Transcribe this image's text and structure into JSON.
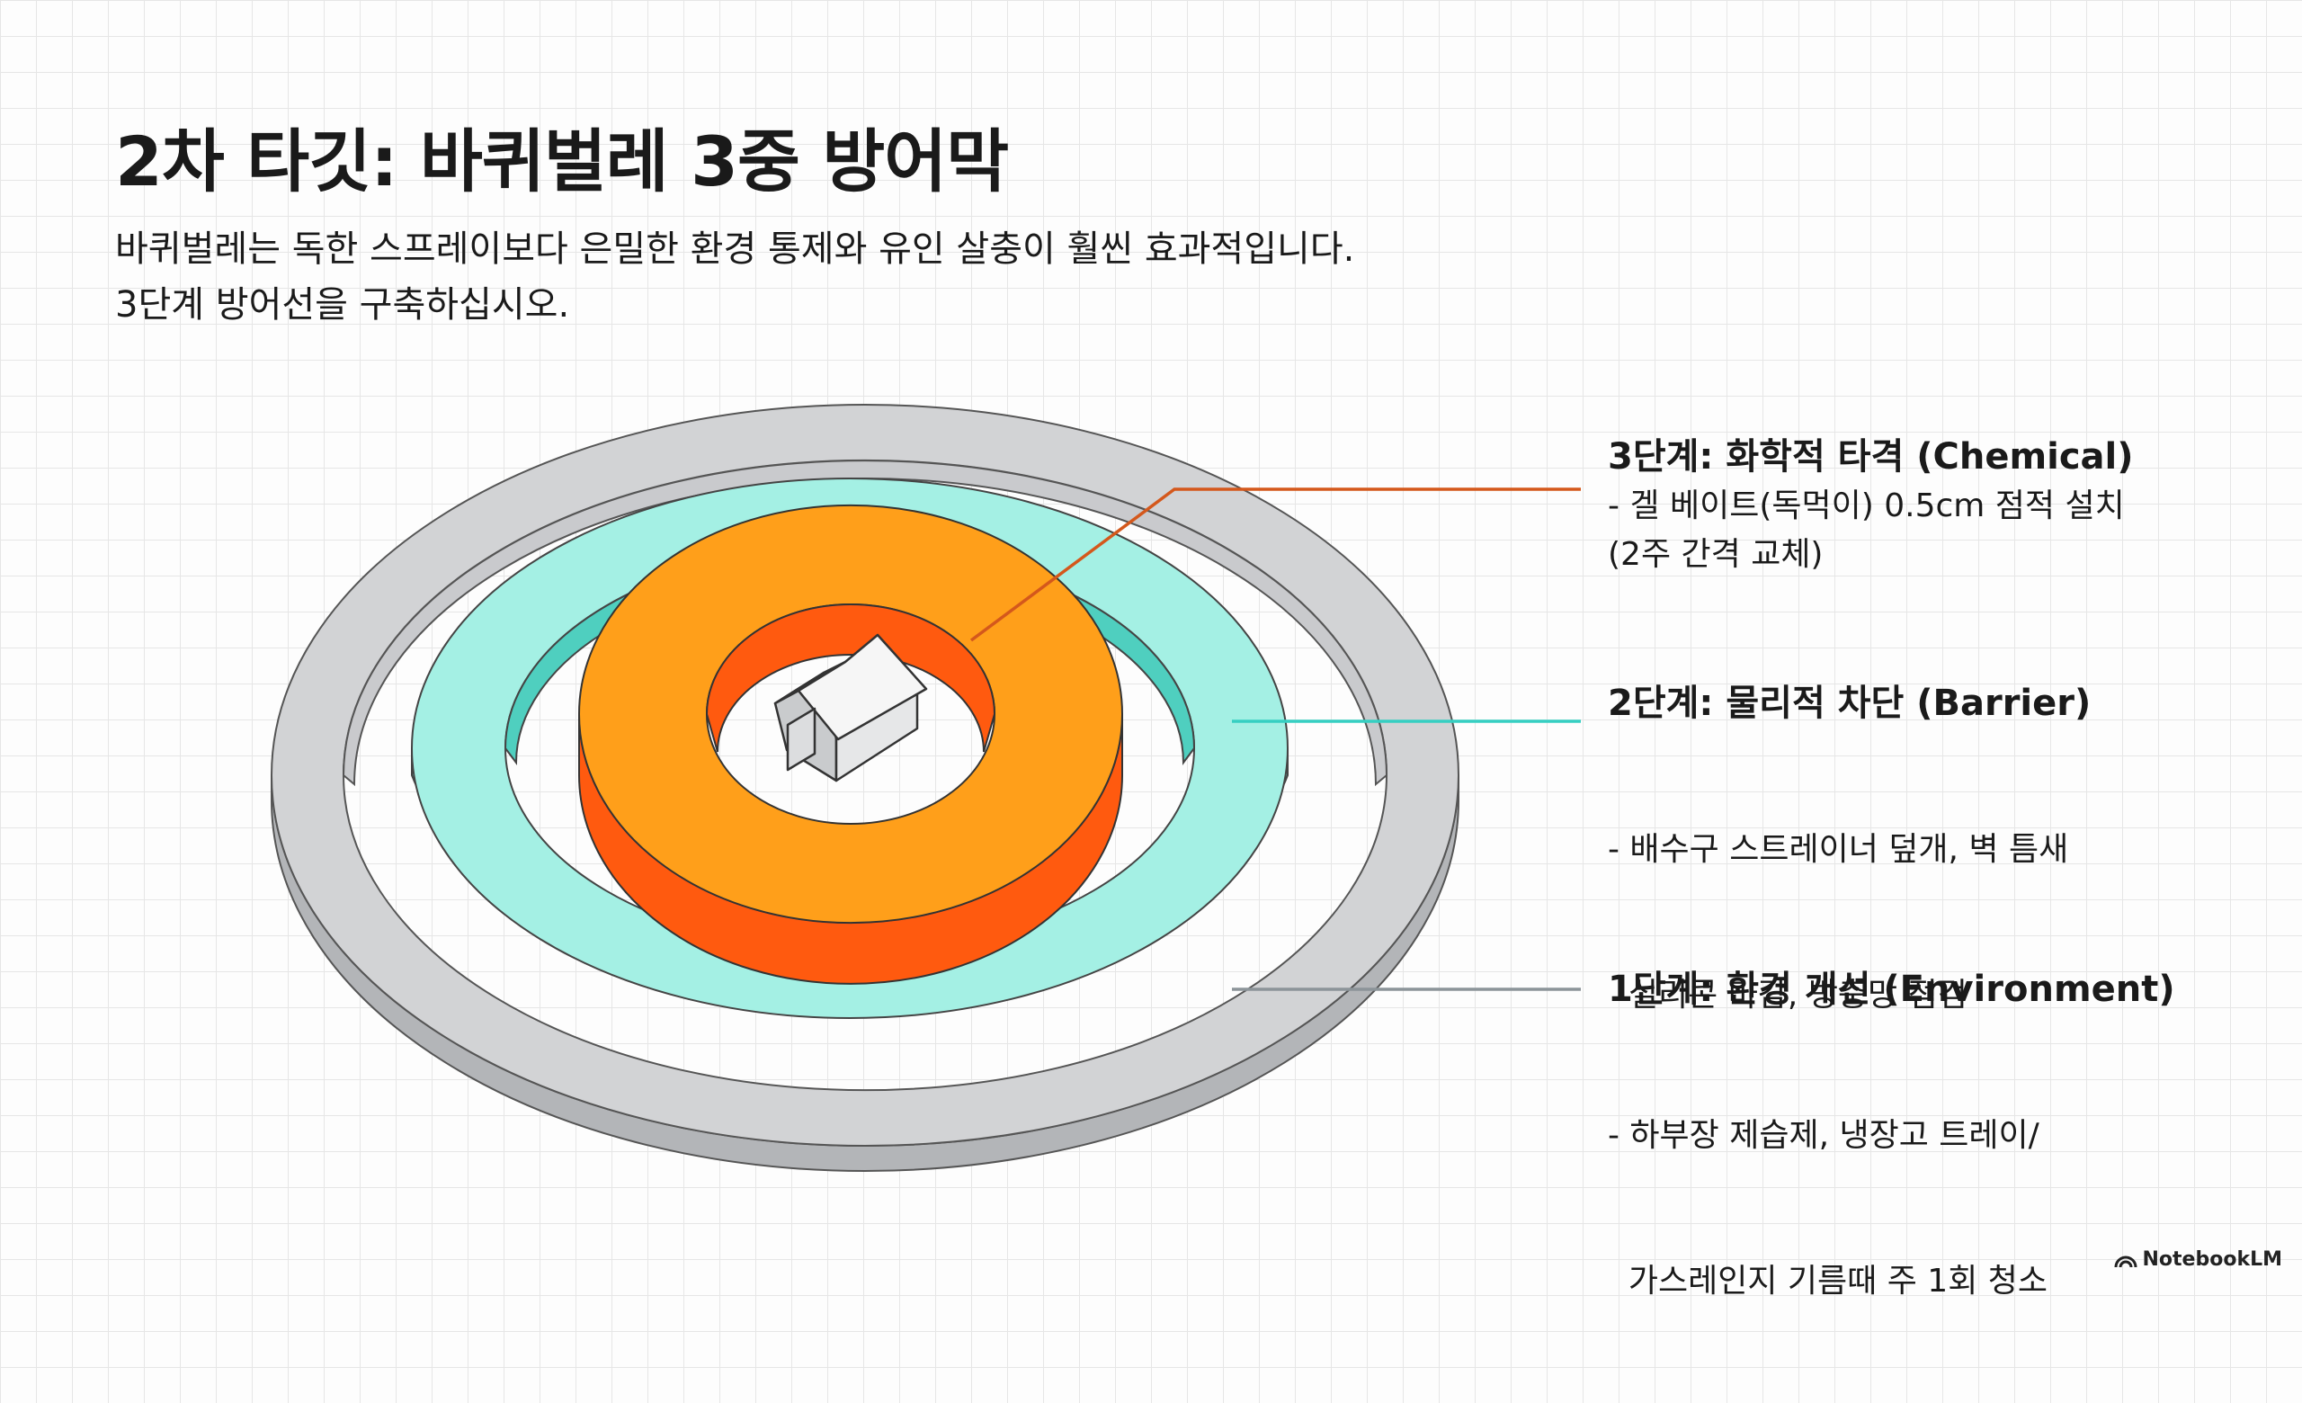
{
  "title": "2차 타깃: 바퀴벌레 3중 방어막",
  "subtitle_lines": [
    "바퀴벌레는 독한 스프레이보다 은밀한 환경 통제와 유인 살충이 훨씬 효과적입니다.",
    "3단계 방어선을 구축하십시오."
  ],
  "stages": [
    {
      "title": "3단계: 화학적 타격 (Chemical)",
      "lines": [
        "- 겔 베이트(독먹이) 0.5cm 점적 설치",
        "(2주 간격 교체)"
      ]
    },
    {
      "title": "2단계: 물리적 차단 (Barrier)",
      "lines": [
        "- 배수구 스트레이너 덮개, 벽 틈새",
        "  실리콘 마감, 방충망 점검"
      ]
    },
    {
      "title": "1단계: 환경 개선 (Environment)",
      "lines": [
        "- 하부장 제습제, 냉장고 트레이/",
        "  가스레인지 기름때 주 1회 청소"
      ]
    }
  ],
  "colors": {
    "ring_outer_top": "#d2d3d5",
    "ring_outer_side": "#b3b5b8",
    "ring_middle_top": "#a4f0e4",
    "ring_middle_side": "#5dd8c8",
    "ring_inner_top": "#ff9f1a",
    "ring_inner_side": "#ff5a0f",
    "line_chemical": "#d4581c",
    "line_barrier": "#36cfc2",
    "line_environment": "#8c9499"
  },
  "logo": {
    "icon": "notebooklm-logo-icon",
    "text": "NotebookLM"
  }
}
